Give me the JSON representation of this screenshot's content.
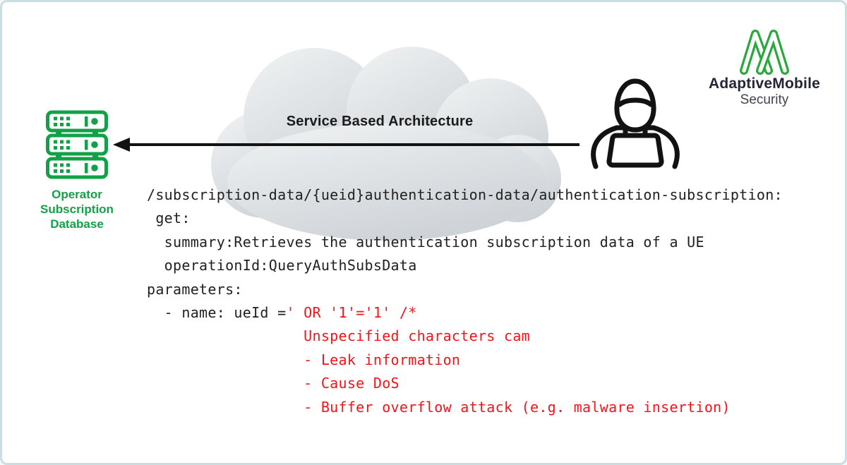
{
  "canvas": {
    "background": "#ffffff",
    "border_color": "#cadde1"
  },
  "logo": {
    "brand": "AdaptiveMobile",
    "subtitle": "Security",
    "mark_green": "#2aa83c",
    "brand_color": "#232637",
    "subtitle_color": "#3e4452"
  },
  "database": {
    "icon": "server-rack-icon",
    "green": "#13a148",
    "label_lines": [
      "Operator",
      "Subscription",
      "Database"
    ]
  },
  "cloud": {
    "title": "Service Based Architecture",
    "gradient_top": "#f0f2f3",
    "gradient_bottom": "#ced3d7"
  },
  "attacker": {
    "icon": "hacker-laptop-icon",
    "color": "#121212"
  },
  "arrow": {
    "direction": "left",
    "from": "attacker",
    "to": "operator-subscription-database",
    "color": "#121212"
  },
  "code": {
    "default_color": "#212121",
    "alert_color": "#f71319",
    "lines": [
      {
        "segments": [
          {
            "text": "/subscription-data/{ueid}authentication-data/authentication-subscription:"
          }
        ]
      },
      {
        "segments": [
          {
            "text": " get:"
          }
        ]
      },
      {
        "segments": [
          {
            "text": "  summary:Retrieves the authentication subscription data of a UE"
          }
        ]
      },
      {
        "segments": [
          {
            "text": "  operationId:QueryAuthSubsData"
          }
        ]
      },
      {
        "segments": [
          {
            "text": "parameters:"
          }
        ]
      },
      {
        "segments": [
          {
            "text": "  - name: ueId ="
          },
          {
            "text": "' OR '1'='1' /*",
            "alert": true
          }
        ]
      },
      {
        "segments": [
          {
            "text": "                  Unspecified characters cam",
            "alert": true
          }
        ]
      },
      {
        "segments": [
          {
            "text": "                  - Leak information",
            "alert": true
          }
        ]
      },
      {
        "segments": [
          {
            "text": "                  - Cause DoS",
            "alert": true
          }
        ]
      },
      {
        "segments": [
          {
            "text": "                  - Buffer overflow attack (e.g. malware insertion)",
            "alert": true
          }
        ]
      }
    ]
  }
}
